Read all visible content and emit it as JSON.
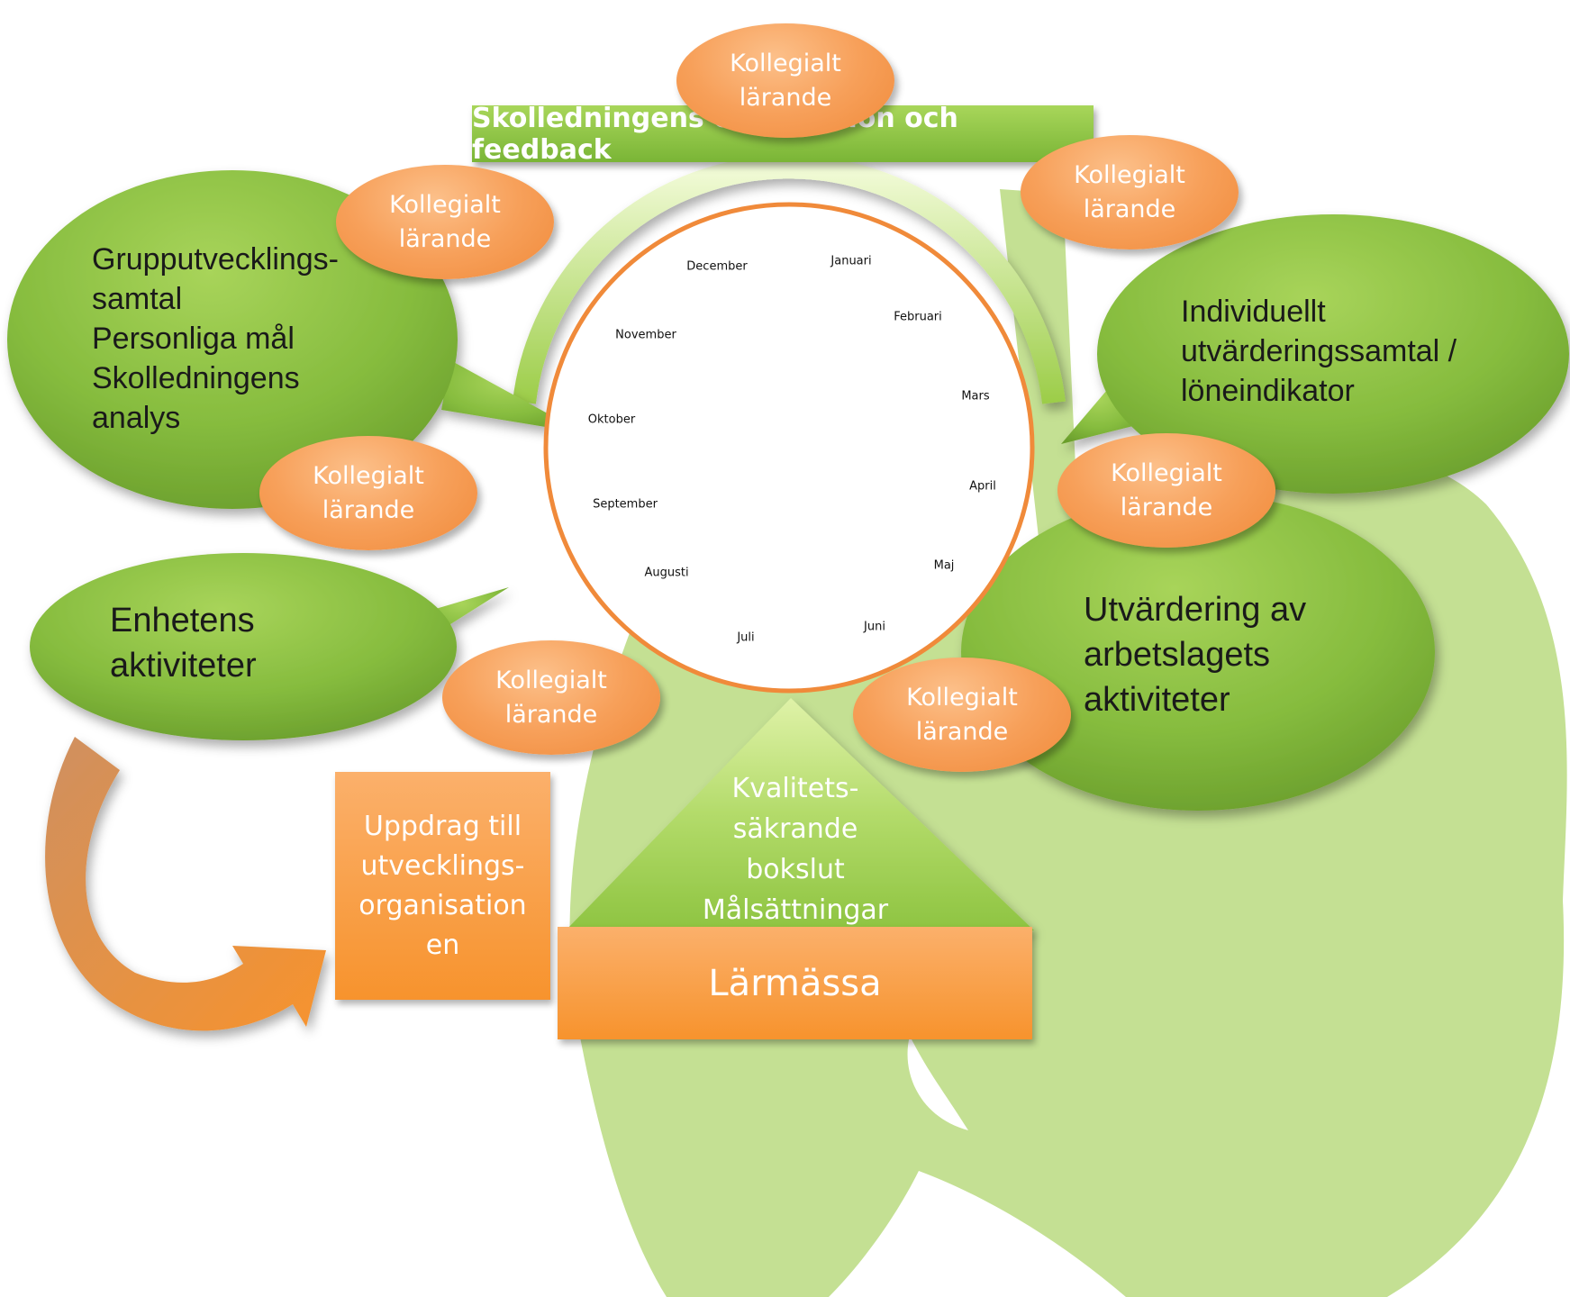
{
  "title": "Skolledningens observation och feedback",
  "months": [
    "Januari",
    "Februari",
    "Mars",
    "April",
    "Maj",
    "Juni",
    "Juli",
    "Augusti",
    "September",
    "Oktober",
    "November",
    "December"
  ],
  "bubbles": {
    "top_left": "Grupputvecklings-\nsamtal\nPersonliga mål\nSkolledningens\nanalys",
    "left": "Enhetens\naktiviteter",
    "right_top": "Individuellt\nutvärderingssamtal /\nlöneindikator",
    "right_bottom": "Utvärdering av\narbetslagets\naktiviteter"
  },
  "kollegialt": "Kollegialt\nlärande",
  "uppdrag": "Uppdrag till\nutvecklings-\norganisation\nen",
  "triangle": "Kvalitets-\nsäkrande\nbokslut\nMålsättningar",
  "larmassa": "Lärmässa",
  "colors": {
    "green_bubble": "#7ab536",
    "orange": "#f7932d",
    "leaf": "#c4e093",
    "ring": "#f08a3a"
  }
}
